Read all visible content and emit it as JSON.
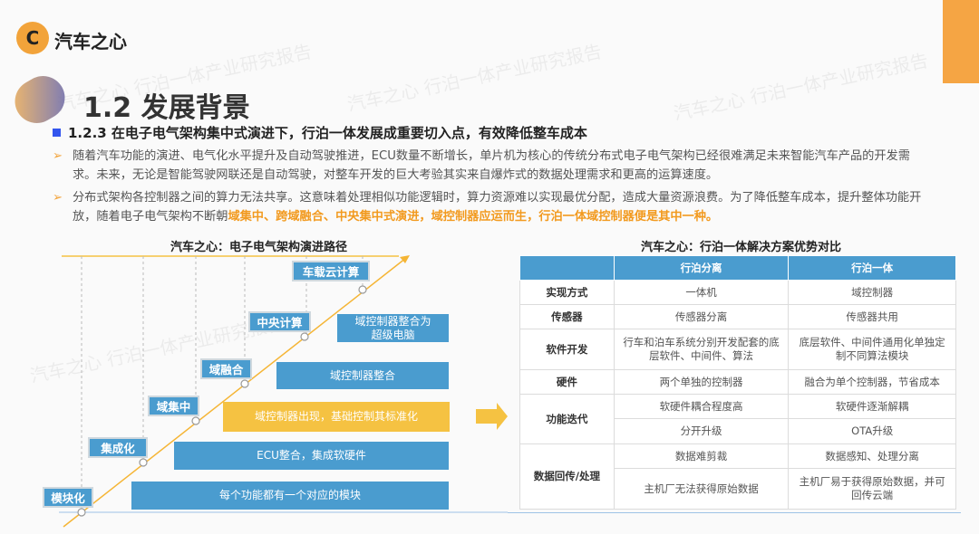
{
  "brand": {
    "logo_text": "汽车之心"
  },
  "watermark": "汽车之心 行泊一体产业研究报告",
  "section_title": "1.2 发展背景",
  "subtitle": "1.2.3 在电子电气架构集中式演进下，行泊一体发展成重要切入点，有效降低整车成本",
  "paragraphs": [
    {
      "text": "随着汽车功能的演进、电气化水平提升及自动驾驶推进，ECU数量不断增长，单片机为核心的传统分布式电子电气架构已经很难满足未来智能汽车产品的开发需求。未来，无论是智能驾驶网联还是自动驾驶，对整车开发的巨大考验其实来自爆炸式的数据处理需求和更高的运算速度。"
    },
    {
      "text": "分布式架构各控制器之间的算力无法共享。这意味着处理相似功能逻辑时，算力资源难以实现最优分配，造成大量资源浪费。为了降低整车成本，提升整体功能开放，随着电子电气架构不断朝",
      "highlight": "域集中、跨域融合、中央集中式演进，域控制器应运而生，行泊一体域控制器便是其中一种。"
    }
  ],
  "left_chart": {
    "title": "汽车之心：电子电气架构演进路径",
    "stages": [
      "模块化",
      "集成化",
      "域集中",
      "域融合",
      "中央计算",
      "车载云计算"
    ],
    "descriptions": [
      "每个功能都有一个对应的模块",
      "ECU整合，集成软硬件",
      "域控制器出现，基础控制其标准化",
      "域控制器整合",
      "域控制器整合为超级电脑"
    ]
  },
  "right_table": {
    "title": "汽车之心：行泊一体解决方案优势对比",
    "headers": [
      "",
      "行泊分离",
      "行泊一体"
    ],
    "rows": {
      "r0": [
        "实现方式",
        "一体机",
        "域控制器"
      ],
      "r1": [
        "传感器",
        "传感器分离",
        "传感器共用"
      ],
      "r2": [
        "软件开发",
        "行车和泊车系统分别开发配套的底层软件、中间件、算法",
        "底层软件、中间件通用化单独定制不同算法模块"
      ],
      "r3": [
        "硬件",
        "两个单独的控制器",
        "融合为单个控制器，节省成本"
      ],
      "r4": [
        "功能迭代",
        "软硬件耦合程度高",
        "软硬件逐渐解耦"
      ],
      "r5": [
        "",
        "分开升级",
        "OTA升级"
      ],
      "r6": [
        "数据回传/处理",
        "数据难剪裁",
        "数据感知、处理分离"
      ],
      "r7": [
        "",
        "主机厂无法获得原始数据",
        "主机厂易于获得原始数据，并可回传云端"
      ]
    }
  },
  "colors": {
    "accent_blue": "#4a9ccf",
    "accent_orange": "#f2a33a",
    "highlight_yellow": "#f5c242"
  }
}
